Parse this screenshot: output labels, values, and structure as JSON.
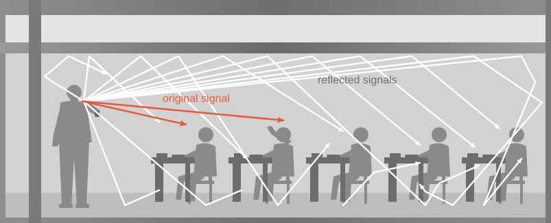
{
  "labels": {
    "original_signal": "original signal",
    "reflected_signals": "reflected signals"
  },
  "colors": {
    "original_signal": "#e85a3c",
    "reflected_signals": "#ffffff",
    "label_reflected": "#6f6f6f",
    "wall": "#d0d0d0",
    "frame": "#7c7c7c",
    "floor": "#b9b9b9",
    "people": "#8a8a8a",
    "desks": "#6c6c6c"
  },
  "icons": [
    "teacher-figure",
    "student-figure",
    "desk-icon",
    "chair-icon",
    "signal-source-icon"
  ]
}
